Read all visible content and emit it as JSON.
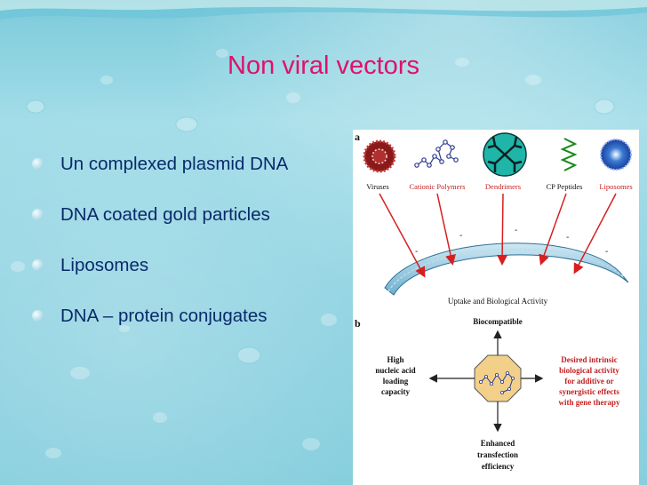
{
  "slide": {
    "title": "Non viral vectors",
    "bullets": [
      "Un complexed plasmid DNA",
      "DNA coated gold particles",
      "Liposomes",
      "DNA – protein conjugates"
    ]
  },
  "figure": {
    "panel_a_label": "a",
    "panel_b_label": "b",
    "vectors": [
      "Viruses",
      "Cationic Polymers",
      "Dendrimers",
      "CP Peptides",
      "Liposomes"
    ],
    "uptake_label": "Uptake and Biological Activity",
    "biocompatible": "Biocompatible",
    "left_label": [
      "High",
      "nucleic acid",
      "loading",
      "capacity"
    ],
    "right_label": [
      "Desired intrinsic",
      "biological activity",
      "for additive or",
      "synergistic effects",
      "with gene therapy"
    ],
    "bottom_label": [
      "Enhanced",
      "transfection",
      "efficiency"
    ]
  }
}
